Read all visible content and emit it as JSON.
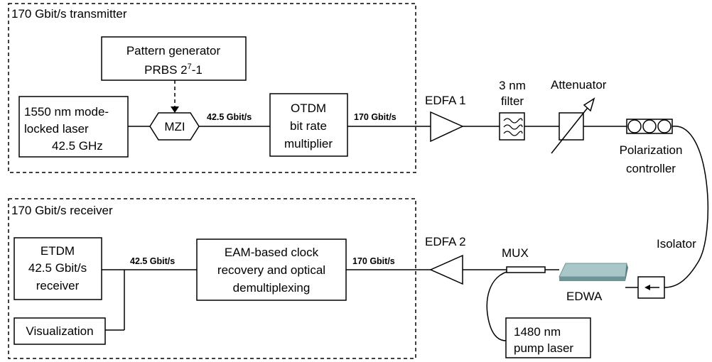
{
  "transmitter": {
    "title": "170 Gbit/s transmitter",
    "pattern_generator": [
      "Pattern generator",
      "PRBS 2",
      "7",
      "-1"
    ],
    "laser": [
      "1550 nm mode-",
      "locked laser",
      "42.5 GHz"
    ],
    "mzi": "MZI",
    "rate_a": "42.5 Gbit/s",
    "otdm": [
      "OTDM",
      "bit rate",
      "multiplier"
    ],
    "rate_b": "170 Gbit/s"
  },
  "link": {
    "edfa1": "EDFA 1",
    "filter": [
      "3 nm",
      "filter"
    ],
    "attenuator": "Attenuator",
    "polarization": [
      "Polarization",
      "controller"
    ],
    "isolator": "Isolator",
    "edwa": "EDWA",
    "mux": "MUX",
    "pump": [
      "1480 nm",
      "pump laser"
    ],
    "edfa2": "EDFA 2"
  },
  "receiver": {
    "title": "170 Gbit/s receiver",
    "etdm": [
      "ETDM",
      "42.5 Gbit/s",
      "receiver"
    ],
    "visualization": "Visualization",
    "rate_a": "42.5 Gbit/s",
    "eam": [
      "EAM-based clock",
      "recovery and optical",
      "demultiplexing"
    ],
    "rate_b": "170 Gbit/s"
  }
}
